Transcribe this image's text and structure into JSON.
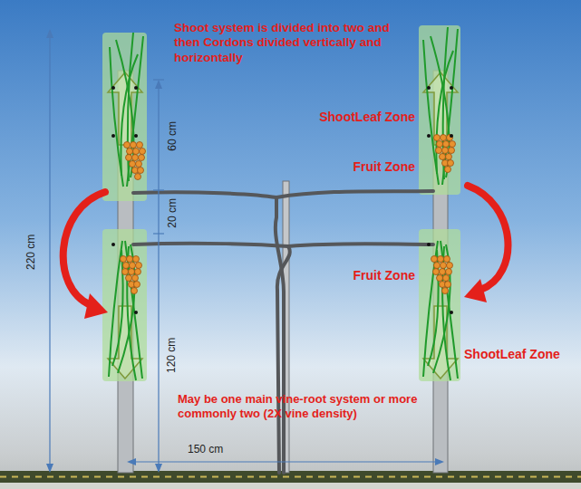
{
  "diagram": {
    "labels": [
      "Shoot system is divided into two and then Cordons divided vertically and horizontally",
      "ShootLeaf Zone",
      "Fruit Zone",
      "60 cm",
      "220 cm",
      "20 cm",
      "Fruit Zone",
      "ShootLeaf Zone",
      "120 cm",
      "May be one main vine-root system or more commonly two (2X vine density)",
      "150 cm"
    ]
  }
}
